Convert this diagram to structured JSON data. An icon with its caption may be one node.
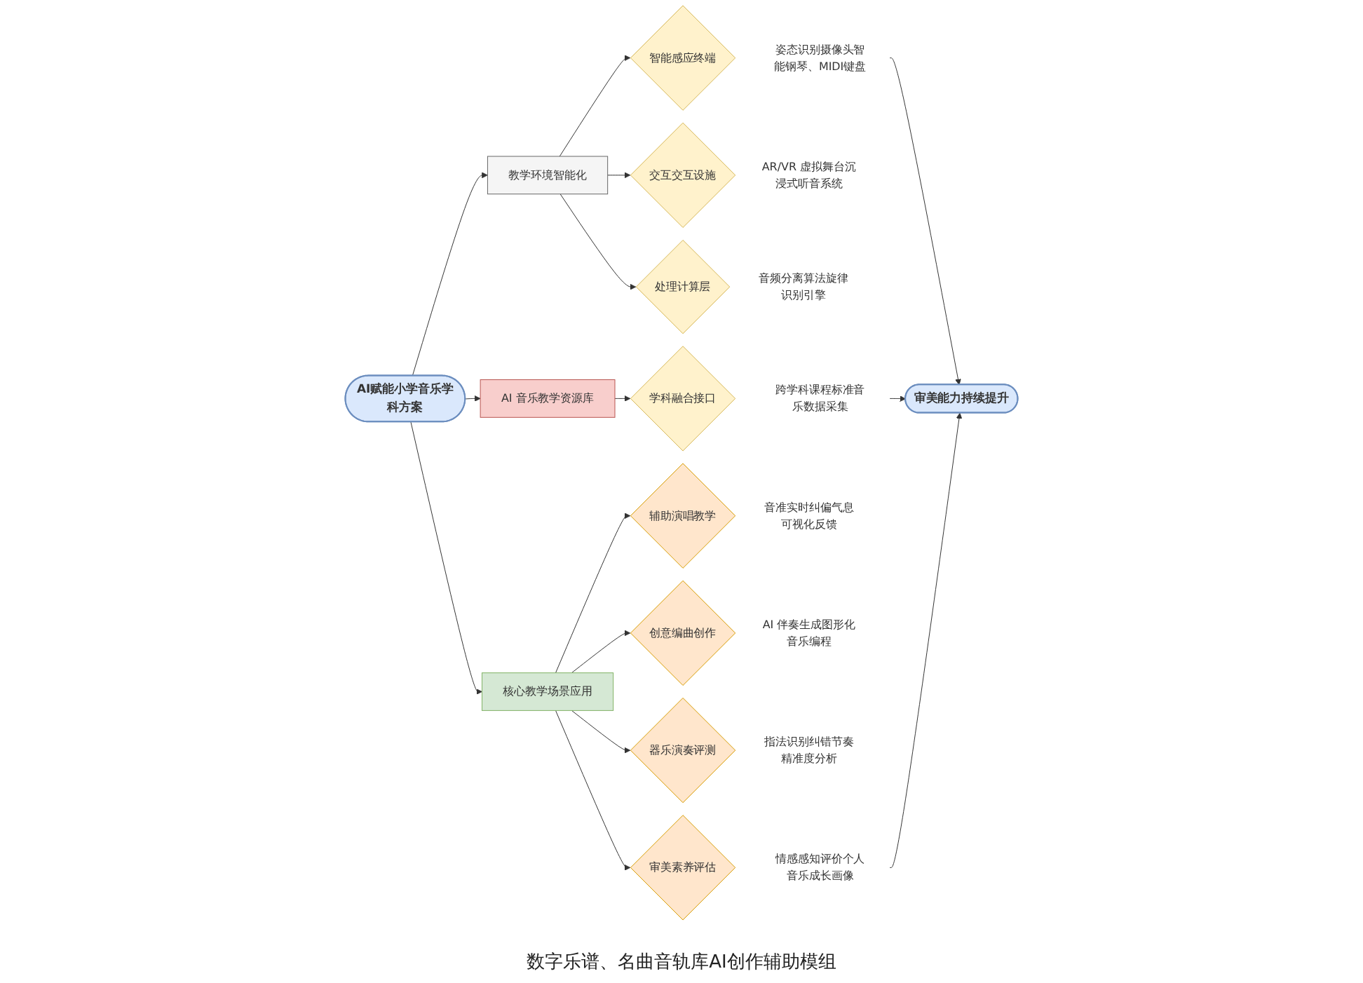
{
  "diagram": {
    "nodes": [
      {
        "text": [
          "AI赋能小学音乐学科方案"
        ]
      },
      {
        "text": [
          "教学环境智能化"
        ]
      },
      {
        "text": [
          "智能感应终端"
        ]
      },
      {
        "text": [
          "姿态识别摄像头智能钢琴、MIDI键盘"
        ]
      },
      {
        "text": [
          "交互交互设施"
        ],
        "beside": [
          "AR/VR 虚拟舞台沉浸式听音系统"
        ]
      },
      {
        "text": [
          "处理计算层"
        ],
        "beside": [
          "音频分离算法旋律识别引擎"
        ]
      },
      {
        "text": [
          "AI 音乐教学资源库"
        ]
      },
      {
        "text": [
          "学科融合接口"
        ]
      },
      {
        "text": [
          "跨学科课程标准音乐数据采集"
        ]
      },
      {
        "text": [
          "核心教学场景应用"
        ]
      },
      {
        "text": [
          "辅助演唱教学"
        ],
        "beside": [
          "音准实时纠偏气息可视化反馈"
        ]
      },
      {
        "text": [
          "创意编曲创作"
        ],
        "beside": [
          "AI 伴奏生成图形化音乐编程"
        ]
      },
      {
        "text": [
          "器乐演奏评测"
        ],
        "beside": [
          "指法识别纠错节奏精准度分析"
        ]
      },
      {
        "text": [
          "审美素养评估"
        ]
      },
      {
        "text": [
          "情感感知评价个人音乐成长画像"
        ]
      },
      {
        "text": [
          "审美能力持续提升"
        ]
      }
    ],
    "edges": [
      {
        "from": 0,
        "to": 1,
        "arrow": "to"
      },
      {
        "from": 0,
        "to": 6,
        "arrow": "to"
      },
      {
        "from": 0,
        "to": 9,
        "arrow": "to"
      },
      {
        "from": 1,
        "to": 2,
        "arrow": "to"
      },
      {
        "from": 1,
        "to": 4,
        "arrow": "to"
      },
      {
        "from": 1,
        "to": 5,
        "arrow": "to"
      },
      {
        "from": 6,
        "to": 7,
        "arrow": "to"
      },
      {
        "from": 9,
        "to": 10,
        "arrow": "to"
      },
      {
        "from": 9,
        "to": 11,
        "arrow": "to"
      },
      {
        "from": 9,
        "to": 12,
        "arrow": "to"
      },
      {
        "from": 9,
        "to": 13,
        "arrow": "to"
      },
      {
        "from": 3,
        "to": 15,
        "arrow": "to"
      },
      {
        "from": 8,
        "to": 15,
        "arrow": "to"
      },
      {
        "from": 14,
        "to": 15,
        "arrow": "to"
      }
    ],
    "labels": [
      "数字乐谱、名曲音轨库AI创作辅助模组"
    ]
  }
}
